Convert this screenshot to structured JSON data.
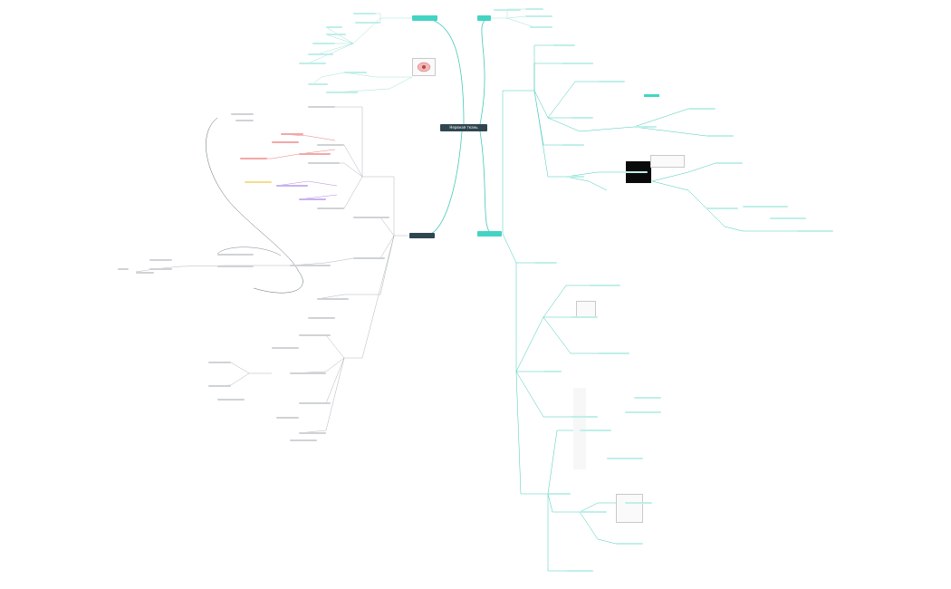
{
  "root": {
    "title": "Нервная ткань"
  },
  "main_nodes": [
    {
      "id": "top-left",
      "label": "",
      "style": "teal"
    },
    {
      "id": "top-right",
      "label": "",
      "style": "teal"
    },
    {
      "id": "mid-left",
      "label": "",
      "style": "dark"
    },
    {
      "id": "mid-right",
      "label": "",
      "style": "teal"
    }
  ],
  "colors": {
    "root_bg": "#2f4650",
    "teal": "#43d3c3",
    "leaf": "#bfefea",
    "connector_teal": "#43c9b9",
    "connector_grey": "#8f9aa0",
    "accent_red": "#e65a5a",
    "accent_purple": "#9b6fd8"
  },
  "icons": {
    "pictures": [
      "neuron-diagram-image",
      "microscope-image",
      "nerve-cells-image",
      "synapse-diagram-image",
      "cell-types-image"
    ]
  }
}
